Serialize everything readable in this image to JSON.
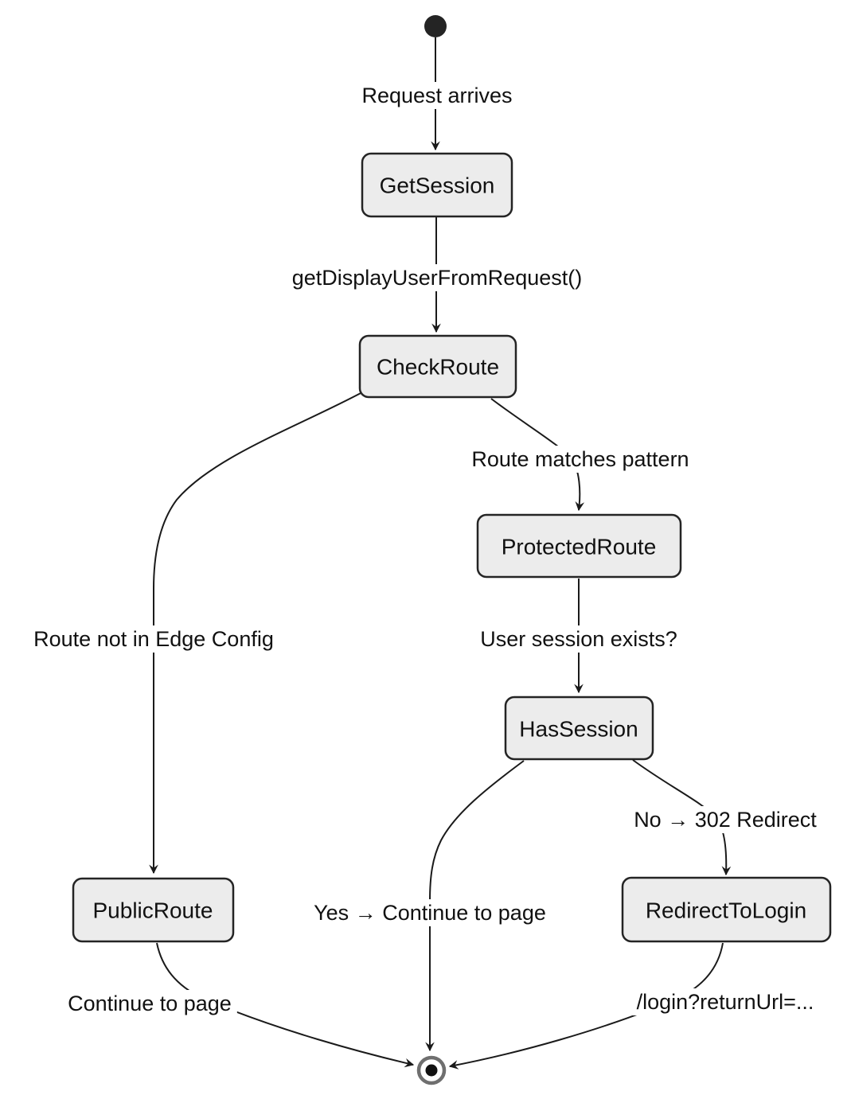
{
  "diagram": {
    "type": "state-diagram",
    "nodes": {
      "get_session": {
        "label": "GetSession"
      },
      "check_route": {
        "label": "CheckRoute"
      },
      "protected_route": {
        "label": "ProtectedRoute"
      },
      "has_session": {
        "label": "HasSession"
      },
      "public_route": {
        "label": "PublicRoute"
      },
      "redirect_to_login": {
        "label": "RedirectToLogin"
      }
    },
    "edges": {
      "start_to_get_session": {
        "label": "Request arrives"
      },
      "get_session_to_check_route": {
        "label": "getDisplayUserFromRequest()"
      },
      "check_route_to_public_route": {
        "label": "Route not in Edge Config"
      },
      "check_route_to_protected_route": {
        "label": "Route matches pattern"
      },
      "protected_route_to_has_session": {
        "label": "User session exists?"
      },
      "has_session_to_end": {
        "label": "Yes → Continue to page"
      },
      "has_session_to_redirect": {
        "label": "No → 302 Redirect"
      },
      "public_route_to_end": {
        "label": "Continue to page"
      },
      "redirect_to_login_to_end": {
        "label": "/login?returnUrl=..."
      }
    },
    "colors": {
      "node_fill": "#ececec",
      "node_border": "#242424",
      "edge": "#1a1a1a",
      "text": "#111111",
      "start_fill": "#242424",
      "end_ring": "#6f6f6f",
      "background": "#ffffff"
    }
  }
}
